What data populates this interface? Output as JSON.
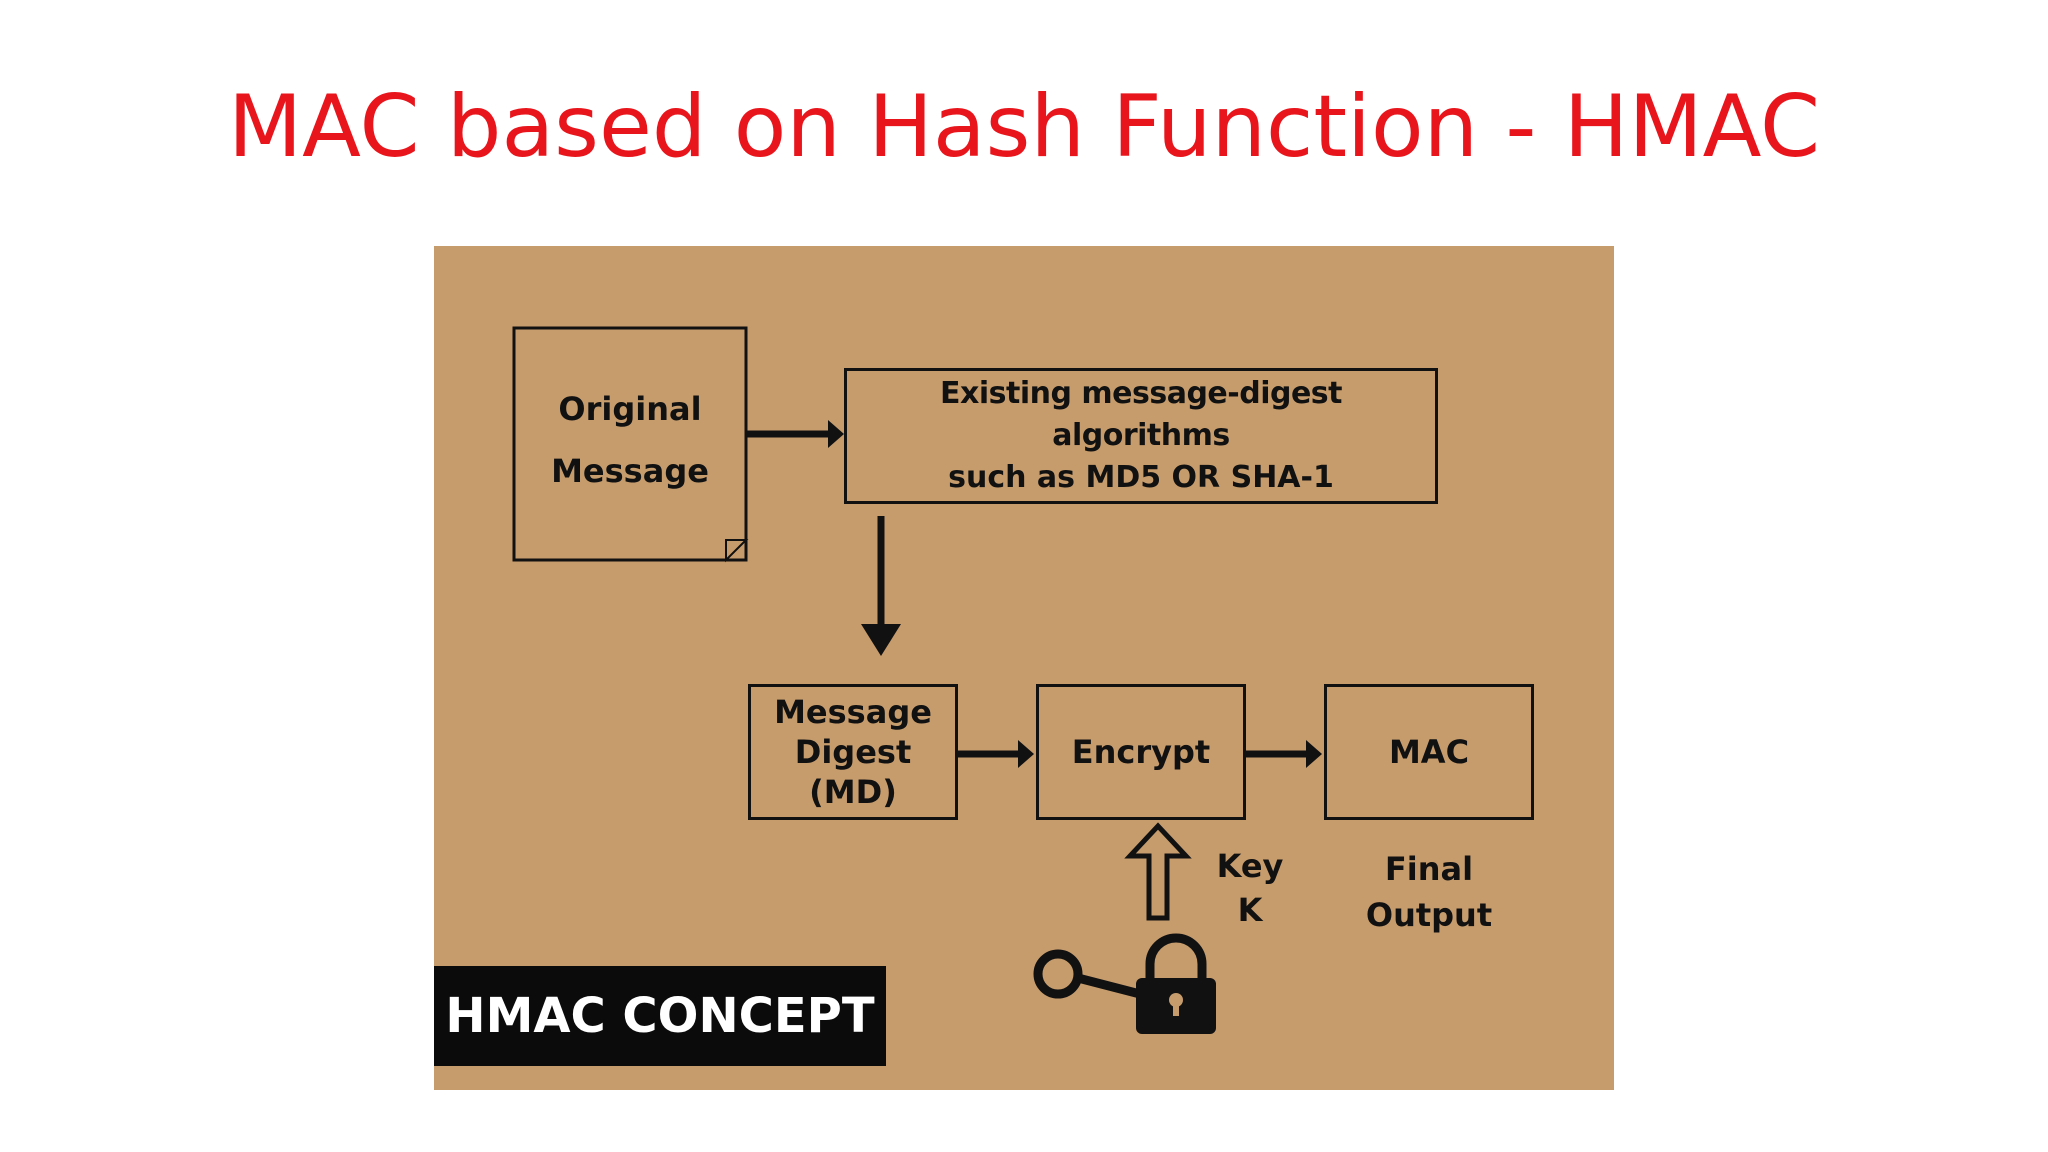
{
  "title": "MAC based on Hash Function - HMAC",
  "colors": {
    "title": "#e8161c",
    "panel_bg": "#c69c6d",
    "ink": "#111111",
    "badge_bg": "#0b0b0b",
    "badge_text": "#ffffff"
  },
  "diagram": {
    "original_message": [
      "Original",
      "Message"
    ],
    "algorithms": [
      "Existing message-digest algorithms",
      "such as MD5 OR SHA-1"
    ],
    "message_digest": [
      "Message",
      "Digest",
      "(MD)"
    ],
    "encrypt": "Encrypt",
    "mac": "MAC",
    "key": [
      "Key",
      "K"
    ],
    "final_output": [
      "Final",
      "Output"
    ],
    "badge": "HMAC CONCEPT",
    "icons": {
      "key": "key-icon",
      "lock": "padlock-icon"
    }
  }
}
